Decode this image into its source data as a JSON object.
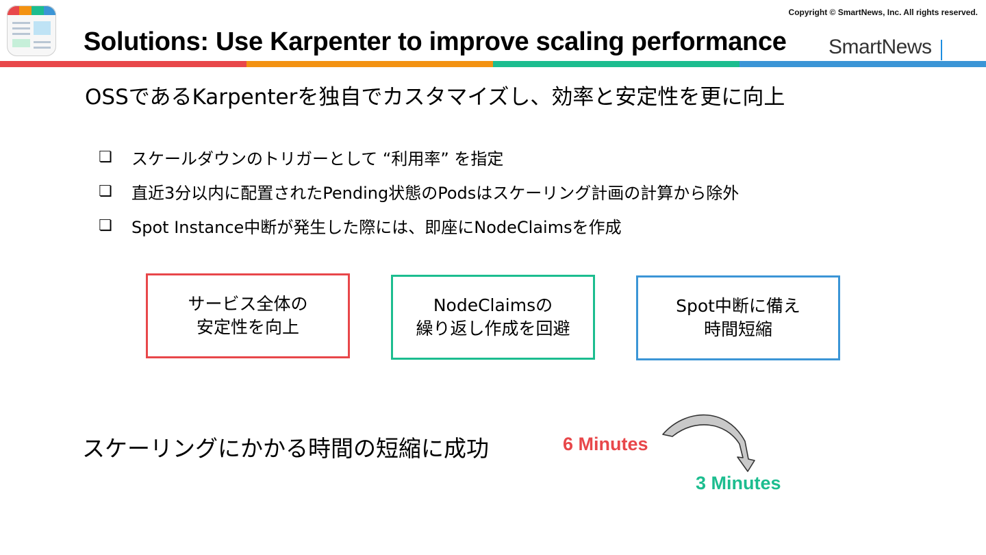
{
  "header": {
    "copyright": "Copyright © SmartNews, Inc. All rights reserved.",
    "title": "Solutions: Use Karpenter to improve scaling performance",
    "brand": "SmartNews"
  },
  "colors": {
    "red": "#e8474a",
    "orange": "#f39212",
    "green": "#1cbd8f",
    "blue": "#3b95d6"
  },
  "subtitle": "OSSであるKarpenterを独自でカスタマイズし、効率と安定性を更に向上",
  "bullets": [
    "スケールダウンのトリガーとして “利用率” を指定",
    "直近3分以内に配置されたPending状態のPodsはスケーリング計画の計算から除外",
    "Spot Instance中断が発生した際には、即座にNodeClaimsを作成"
  ],
  "bullet_symbol": "❏",
  "boxes": [
    {
      "line1": "サービス全体の",
      "line2": "安定性を向上"
    },
    {
      "line1": "NodeClaimsの",
      "line2": "繰り返し作成を回避"
    },
    {
      "line1": "Spot中断に備え",
      "line2": "時間短縮"
    }
  ],
  "result": {
    "text": "スケーリングにかかる時間の短縮に成功",
    "before": "6 Minutes",
    "after": "3 Minutes"
  }
}
